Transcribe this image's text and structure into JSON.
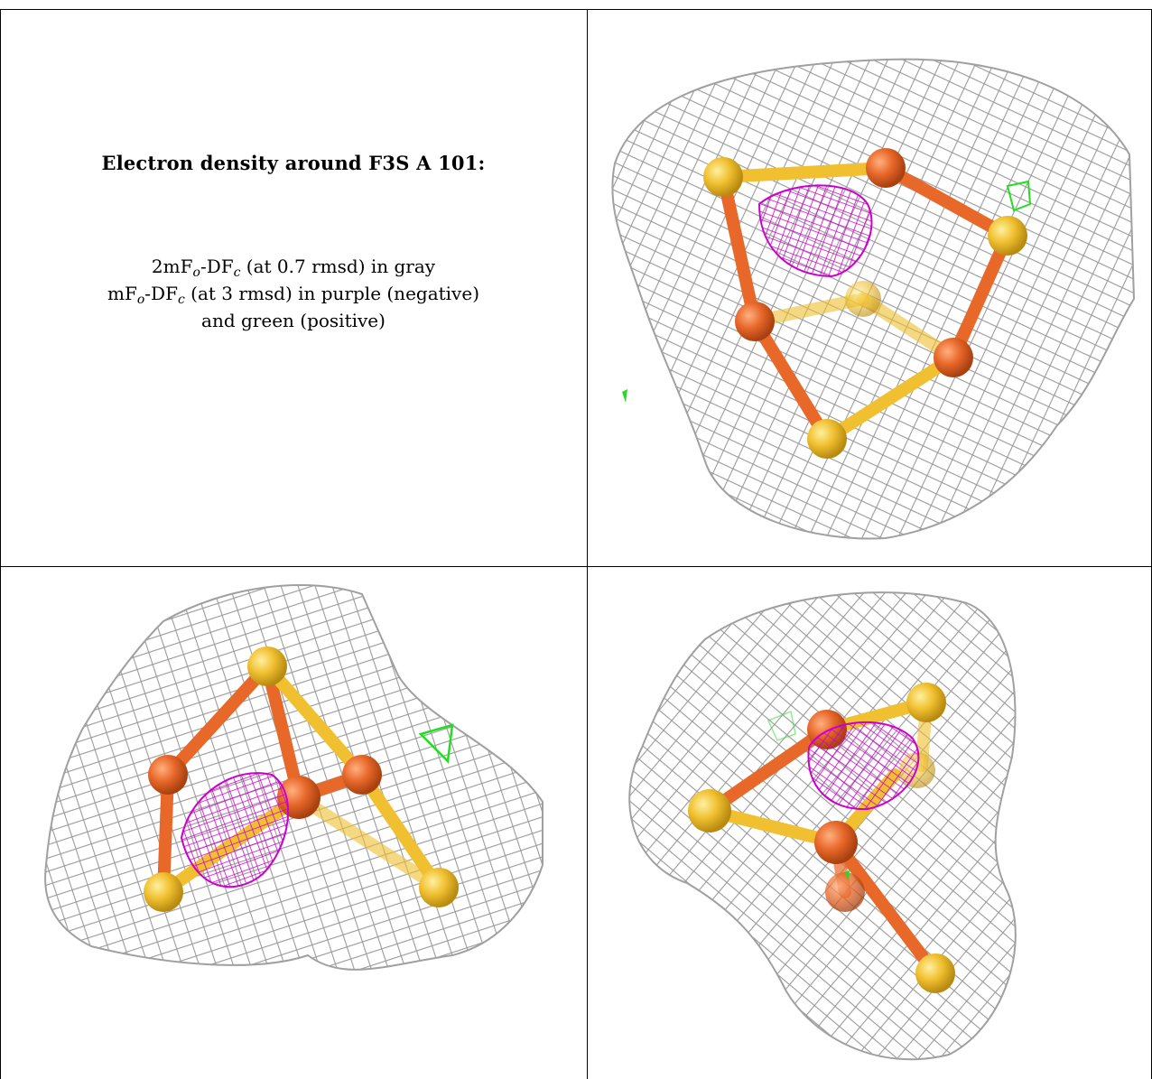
{
  "caption": {
    "title": "Electron density around F3S A 101:",
    "line1": {
      "pre": "2mF",
      "sub1": "o",
      "mid": "-DF",
      "sub2": "c",
      "post": " (at 0.7 rmsd) in gray"
    },
    "line2": {
      "pre": "mF",
      "sub1": "o",
      "mid": "-DF",
      "sub2": "c",
      "post": " (at 3 rmsd) in purple (negative)"
    },
    "line3": "and green (positive)"
  },
  "colors": {
    "mesh_gray": "#9a9a9a",
    "mesh_negative": "#cc00cc",
    "mesh_positive": "#22dd22",
    "sulfur": "#f0c030",
    "iron": "#e8682a"
  },
  "panels": [
    {
      "view": "view-1",
      "icon": "molecular-density-view"
    },
    {
      "view": "view-2",
      "icon": "molecular-density-view"
    },
    {
      "view": "view-3",
      "icon": "molecular-density-view"
    }
  ]
}
